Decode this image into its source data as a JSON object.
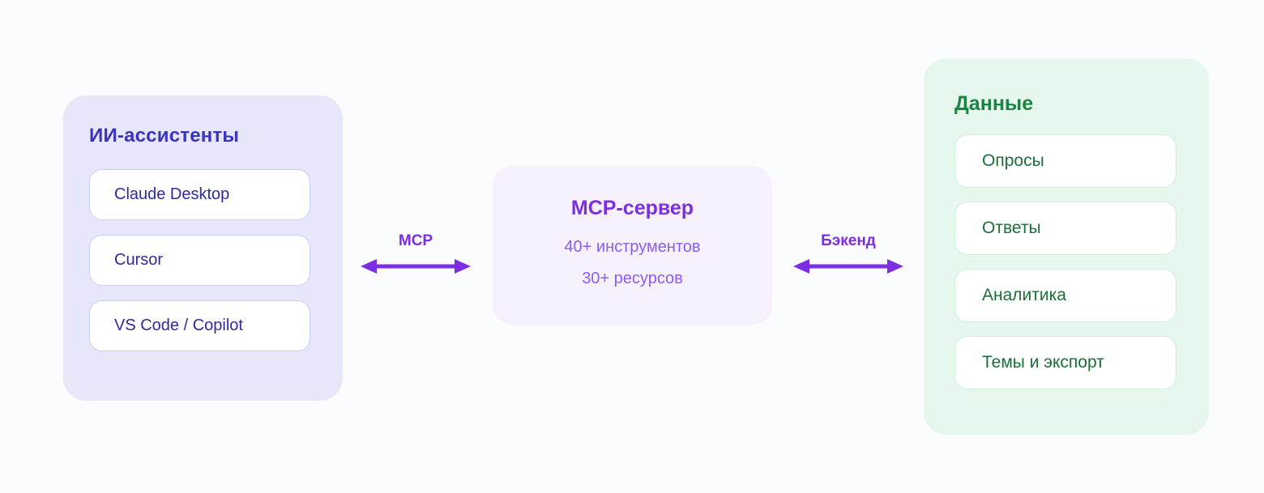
{
  "left_panel": {
    "title": "ИИ-ассистенты",
    "items": [
      {
        "label": "Claude Desktop"
      },
      {
        "label": "Cursor"
      },
      {
        "label": "VS Code / Copilot"
      }
    ]
  },
  "center_panel": {
    "title": "MCP-сервер",
    "stats": [
      {
        "label": "40+ инструментов"
      },
      {
        "label": "30+ ресурсов"
      }
    ]
  },
  "right_panel": {
    "title": "Данные",
    "items": [
      {
        "label": "Опросы"
      },
      {
        "label": "Ответы"
      },
      {
        "label": "Аналитика"
      },
      {
        "label": "Темы и экспорт"
      }
    ]
  },
  "connections": [
    {
      "label": "MCP"
    },
    {
      "label": "Бэкенд"
    }
  ],
  "colors": {
    "indigo_panel_bg": "#e7e7fa",
    "indigo_title": "#3a33c2",
    "indigo_node_text": "#2e2a9e",
    "indigo_node_border": "#c9d1fb",
    "purple_panel_bg": "#f7f1fd",
    "purple_title": "#7c2fe2",
    "purple_subtitle": "#8b5cf6",
    "arrow": "#7c2fe2",
    "green_panel_bg": "#e6f8ed",
    "green_title": "#1a8440",
    "green_node_text": "#1a6e38",
    "green_node_border": "#cdf0da",
    "node_bg": "#ffffff"
  }
}
